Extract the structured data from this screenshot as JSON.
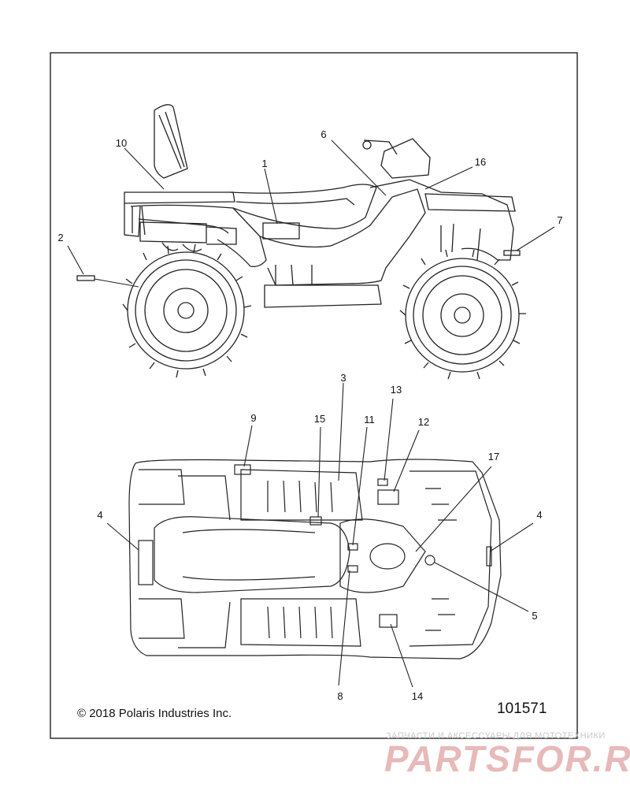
{
  "callouts": {
    "c1": "1",
    "c2": "2",
    "c3": "3",
    "c4a": "4",
    "c4b": "4",
    "c5": "5",
    "c6": "6",
    "c7": "7",
    "c8": "8",
    "c9": "9",
    "c10": "10",
    "c11": "11",
    "c12": "12",
    "c13": "13",
    "c14": "14",
    "c15": "15",
    "c16": "16",
    "c17": "17"
  },
  "copyright": "© 2018 Polaris Industries Inc.",
  "document_number": "101571",
  "watermark": {
    "tagline": "ЗАПЧАСТИ И АКСЕССУАРЫ ДЛЯ МОТОТЕХНИКИ",
    "logo": "PARTSFOR.RU",
    "color": "#e39a9a"
  }
}
